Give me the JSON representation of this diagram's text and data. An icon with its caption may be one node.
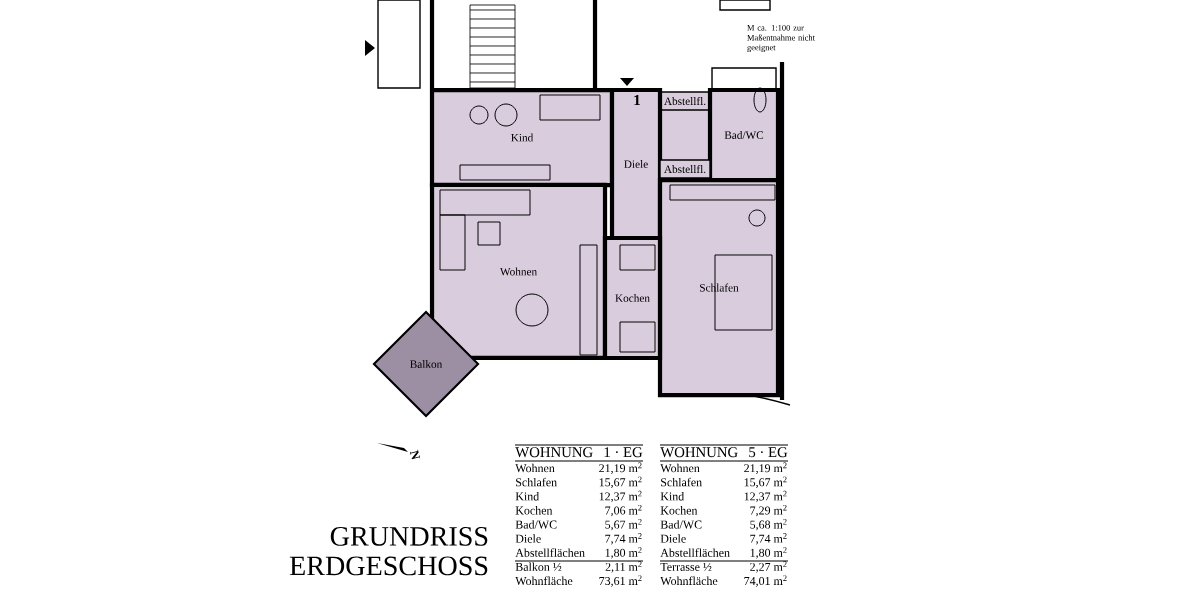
{
  "diagram": {
    "title": "GRUNDRISS ERDGESCHOSS",
    "nodes": [
      {
        "text": [
          "Kind"
        ]
      },
      {
        "text": [
          "Abstellfl."
        ]
      },
      {
        "text": [
          "Bad/WC"
        ]
      },
      {
        "text": [
          "Diele"
        ]
      },
      {
        "text": [
          "Abstellfl."
        ]
      },
      {
        "text": [
          "Schlafen"
        ]
      },
      {
        "text": [
          "Wohnen"
        ]
      },
      {
        "text": [
          "Kochen"
        ]
      },
      {
        "text": [
          "Balkon"
        ]
      }
    ],
    "labels": [
      "1",
      "M ca. 1:100 zur Maßentnahme nicht geeignet",
      "N",
      "WOHNUNG",
      "1 · EG",
      "Wohnen",
      "21,19 m$^{2}$",
      "Schlafen",
      "15,67 m$^{2}$",
      "Kind",
      "12,37 m$^{2}$",
      "Kochen",
      "7,06 m$^{2}$",
      "Bad/WC",
      "5,67 m$^{2}$",
      "Diele",
      "7,74 m$^{2}$",
      "Abstellflächen",
      "1,80 m$^{2}$",
      "Balkon ½",
      "2,11 m$^{2}$",
      "Wohnfläche",
      "73,61 m$^{2}$",
      "WOHNUNG",
      "5 · EG",
      "Wohnen",
      "21,19 m$^{2}$",
      "Schlafen",
      "15,67 m$^{2}$",
      "Kind",
      "12,37 m$^{2}$",
      "Kochen",
      "7,29 m$^{2}$",
      "Bad/WC",
      "5,68 m$^{2}$",
      "Diele",
      "7,74 m$^{2}$",
      "Abstellflächen",
      "1,80 m$^{2}$",
      "Terrasse ½",
      "2,27 m$^{2}$",
      "Wohnfläche",
      "74,01 m$^{2}$"
    ]
  }
}
